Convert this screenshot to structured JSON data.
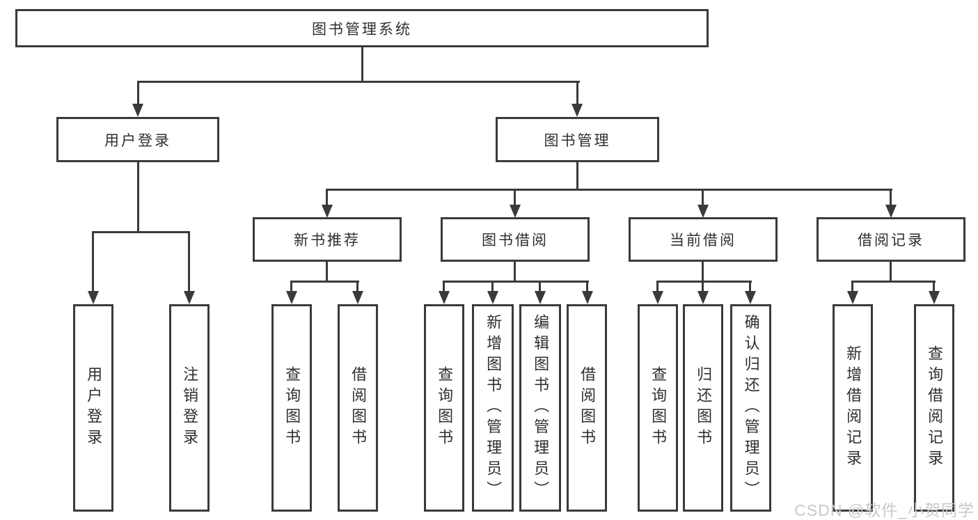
{
  "tree": {
    "label": "图书管理系统",
    "children": [
      {
        "label": "用户登录",
        "children": [
          {
            "label": "用户登录"
          },
          {
            "label": "注销登录"
          }
        ]
      },
      {
        "label": "图书管理",
        "children": [
          {
            "label": "新书推荐",
            "children": [
              {
                "label": "查询图书"
              },
              {
                "label": "借阅图书"
              }
            ]
          },
          {
            "label": "图书借阅",
            "children": [
              {
                "label": "查询图书"
              },
              {
                "label": "新增图书（管理员）"
              },
              {
                "label": "编辑图书（管理员）"
              },
              {
                "label": "借阅图书"
              }
            ]
          },
          {
            "label": "当前借阅",
            "children": [
              {
                "label": "查询图书"
              },
              {
                "label": "归还图书"
              },
              {
                "label": "确认归还（管理员）"
              }
            ]
          },
          {
            "label": "借阅记录",
            "children": [
              {
                "label": "新增借阅记录"
              },
              {
                "label": "查询借阅记录"
              }
            ]
          }
        ]
      }
    ]
  },
  "watermark": {
    "text": "CSDN @软件_小贺同学"
  },
  "colors": {
    "line": "#3a3a3a",
    "text": "#2f2f2f",
    "background": "#ffffff",
    "watermark": "#c6cacd"
  }
}
